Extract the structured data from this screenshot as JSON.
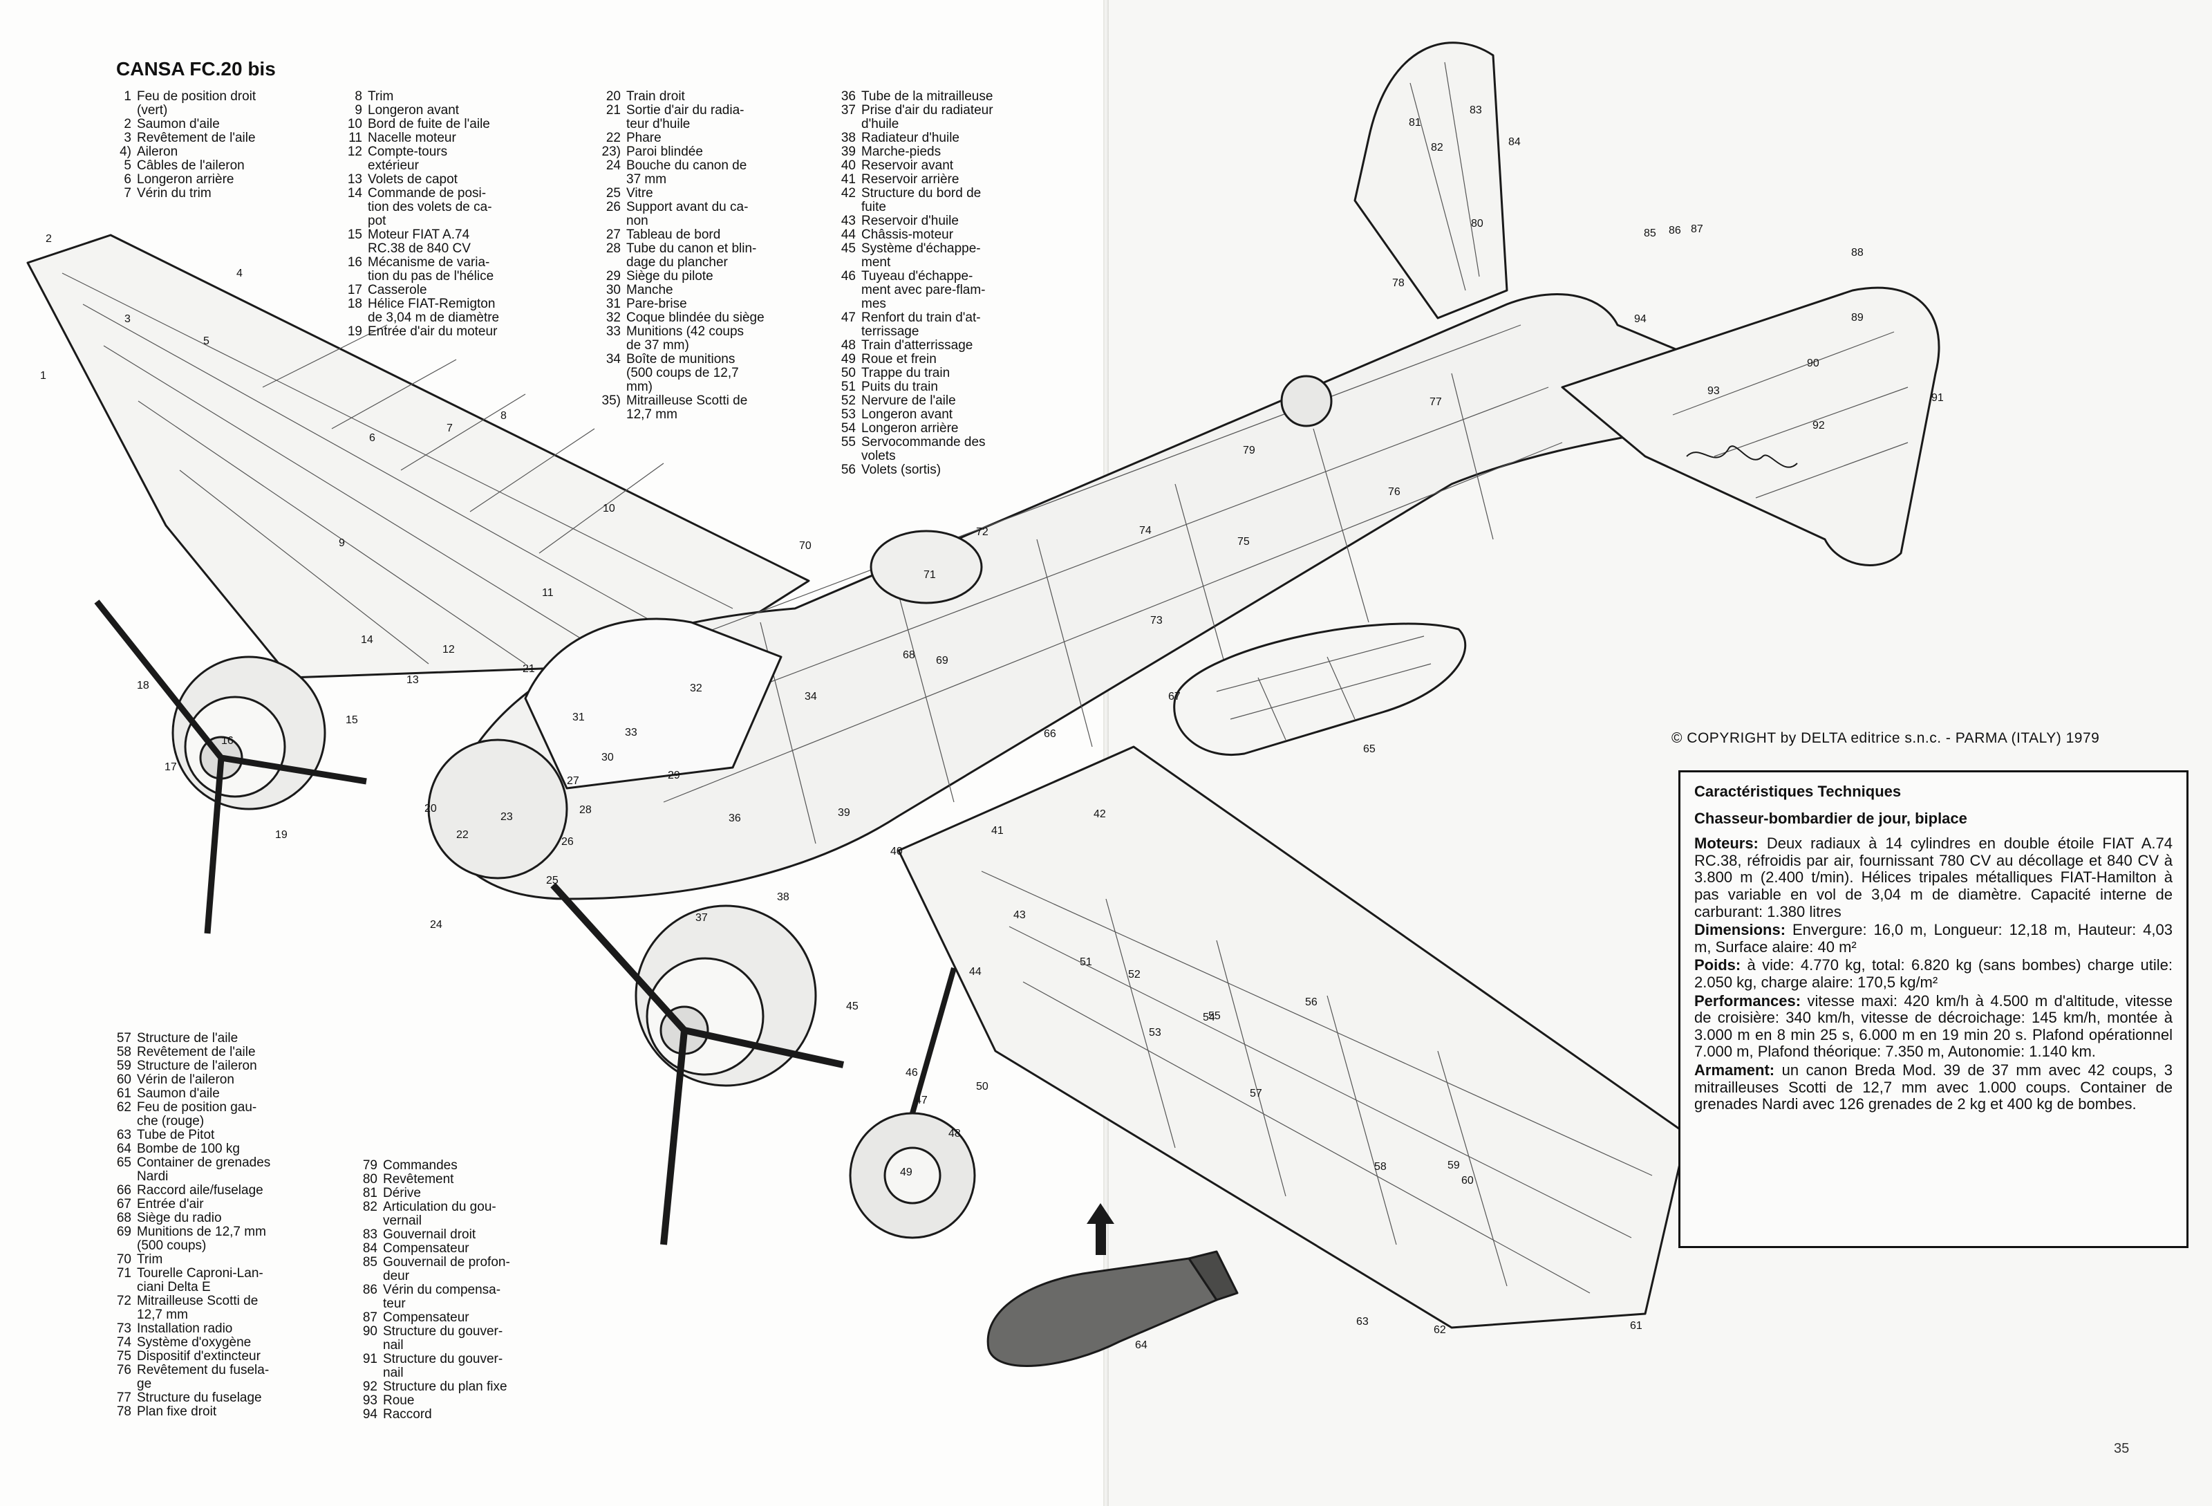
{
  "title": "CANSA FC.20 bis",
  "legend_col1": [
    {
      "n": "1",
      "t": "Feu de position droit"
    },
    {
      "n": "",
      "t": "(vert)"
    },
    {
      "n": "2",
      "t": "Saumon d'aile"
    },
    {
      "n": "3",
      "t": "Revêtement de l'aile"
    },
    {
      "n": "4)",
      "t": "Aileron"
    },
    {
      "n": "5",
      "t": "Câbles de l'aileron"
    },
    {
      "n": "6",
      "t": "Longeron arrière"
    },
    {
      "n": "7",
      "t": "Vérin du trim"
    }
  ],
  "legend_col2": [
    {
      "n": "8",
      "t": "Trim"
    },
    {
      "n": "9",
      "t": "Longeron avant"
    },
    {
      "n": "10",
      "t": "Bord de fuite de l'aile"
    },
    {
      "n": "11",
      "t": "Nacelle moteur"
    },
    {
      "n": "12",
      "t": "Compte-tours"
    },
    {
      "n": "",
      "t": "extérieur"
    },
    {
      "n": "13",
      "t": "Volets de capot"
    },
    {
      "n": "14",
      "t": "Commande de posi-"
    },
    {
      "n": "",
      "t": "tion des volets de ca-"
    },
    {
      "n": "",
      "t": "pot"
    },
    {
      "n": "15",
      "t": "Moteur FIAT A.74"
    },
    {
      "n": "",
      "t": "RC.38 de 840 CV"
    },
    {
      "n": "16",
      "t": "Mécanisme de varia-"
    },
    {
      "n": "",
      "t": "tion du pas de l'hélice"
    },
    {
      "n": "17",
      "t": "Casserole"
    },
    {
      "n": "18",
      "t": "Hélice FIAT-Remigton"
    },
    {
      "n": "",
      "t": "de 3,04 m de diamètre"
    },
    {
      "n": "19",
      "t": "Entrée d'air du moteur"
    }
  ],
  "legend_col3": [
    {
      "n": "20",
      "t": "Train droit"
    },
    {
      "n": "21",
      "t": "Sortie d'air du radia-"
    },
    {
      "n": "",
      "t": "teur d'huile"
    },
    {
      "n": "22",
      "t": "Phare"
    },
    {
      "n": "23)",
      "t": "Paroi blindée"
    },
    {
      "n": "24",
      "t": "Bouche du canon de"
    },
    {
      "n": "",
      "t": "37 mm"
    },
    {
      "n": "25",
      "t": "Vitre"
    },
    {
      "n": "26",
      "t": "Support avant du ca-"
    },
    {
      "n": "",
      "t": "non"
    },
    {
      "n": "27",
      "t": "Tableau de bord"
    },
    {
      "n": "28",
      "t": "Tube du canon et blin-"
    },
    {
      "n": "",
      "t": "dage du plancher"
    },
    {
      "n": "29",
      "t": "Siège du pilote"
    },
    {
      "n": "30",
      "t": "Manche"
    },
    {
      "n": "31",
      "t": "Pare-brise"
    },
    {
      "n": "32",
      "t": "Coque blindée du siège"
    },
    {
      "n": "33",
      "t": "Munitions (42 coups"
    },
    {
      "n": "",
      "t": "de 37 mm)"
    },
    {
      "n": "34",
      "t": "Boîte de munitions"
    },
    {
      "n": "",
      "t": "(500 coups de 12,7"
    },
    {
      "n": "",
      "t": "mm)"
    },
    {
      "n": "35)",
      "t": "Mitrailleuse Scotti de"
    },
    {
      "n": "",
      "t": "12,7 mm"
    }
  ],
  "legend_col4": [
    {
      "n": "36",
      "t": "Tube de la mitrailleuse"
    },
    {
      "n": "37",
      "t": "Prise d'air du radiateur"
    },
    {
      "n": "",
      "t": "d'huile"
    },
    {
      "n": "38",
      "t": "Radiateur d'huile"
    },
    {
      "n": "39",
      "t": "Marche-pieds"
    },
    {
      "n": "40",
      "t": "Reservoir avant"
    },
    {
      "n": "41",
      "t": "Reservoir arrière"
    },
    {
      "n": "42",
      "t": "Structure du bord de"
    },
    {
      "n": "",
      "t": "fuite"
    },
    {
      "n": "43",
      "t": "Reservoir d'huile"
    },
    {
      "n": "44",
      "t": "Châssis-moteur"
    },
    {
      "n": "45",
      "t": "Système d'échappe-"
    },
    {
      "n": "",
      "t": "ment"
    },
    {
      "n": "46",
      "t": "Tuyeau d'échappe-"
    },
    {
      "n": "",
      "t": "ment avec pare-flam-"
    },
    {
      "n": "",
      "t": "mes"
    },
    {
      "n": "47",
      "t": "Renfort du train d'at-"
    },
    {
      "n": "",
      "t": "terrissage"
    },
    {
      "n": "48",
      "t": "Train d'atterrissage"
    },
    {
      "n": "49",
      "t": "Roue et frein"
    },
    {
      "n": "50",
      "t": "Trappe du train"
    },
    {
      "n": "51",
      "t": "Puits du train"
    },
    {
      "n": "52",
      "t": "Nervure de l'aile"
    },
    {
      "n": "53",
      "t": "Longeron avant"
    },
    {
      "n": "54",
      "t": "Longeron arrière"
    },
    {
      "n": "55",
      "t": "Servocommande des"
    },
    {
      "n": "",
      "t": "volets"
    },
    {
      "n": "56",
      "t": "Volets (sortis)"
    }
  ],
  "legend_col5": [
    {
      "n": "57",
      "t": "Structure de l'aile"
    },
    {
      "n": "58",
      "t": "Revêtement de l'aile"
    },
    {
      "n": "59",
      "t": "Structure de l'aileron"
    },
    {
      "n": "60",
      "t": "Vérin de l'aileron"
    },
    {
      "n": "61",
      "t": "Saumon d'aile"
    },
    {
      "n": "62",
      "t": "Feu de position gau-"
    },
    {
      "n": "",
      "t": "che (rouge)"
    },
    {
      "n": "63",
      "t": "Tube de Pitot"
    },
    {
      "n": "64",
      "t": "Bombe de 100 kg"
    },
    {
      "n": "65",
      "t": "Container de grenades"
    },
    {
      "n": "",
      "t": "Nardi"
    },
    {
      "n": "66",
      "t": "Raccord aile/fuselage"
    },
    {
      "n": "67",
      "t": "Entrée d'air"
    },
    {
      "n": "68",
      "t": "Siège du radio"
    },
    {
      "n": "69",
      "t": "Munitions de 12,7 mm"
    },
    {
      "n": "",
      "t": "(500 coups)"
    },
    {
      "n": "70",
      "t": "Trim"
    },
    {
      "n": "71",
      "t": "Tourelle Caproni-Lan-"
    },
    {
      "n": "",
      "t": "ciani Delta E"
    },
    {
      "n": "72",
      "t": "Mitrailleuse Scotti de"
    },
    {
      "n": "",
      "t": "12,7 mm"
    },
    {
      "n": "73",
      "t": "Installation radio"
    },
    {
      "n": "74",
      "t": "Système d'oxygène"
    },
    {
      "n": "75",
      "t": "Dispositif d'extincteur"
    },
    {
      "n": "76",
      "t": "Revêtement du fusela-"
    },
    {
      "n": "",
      "t": "ge"
    },
    {
      "n": "77",
      "t": "Structure du fuselage"
    },
    {
      "n": "78",
      "t": "Plan fixe droit"
    }
  ],
  "legend_col6": [
    {
      "n": "79",
      "t": "Commandes"
    },
    {
      "n": "80",
      "t": "Revêtement"
    },
    {
      "n": "81",
      "t": "Dérive"
    },
    {
      "n": "82",
      "t": "Articulation du gou-"
    },
    {
      "n": "",
      "t": "vernail"
    },
    {
      "n": "83",
      "t": "Gouvernail droit"
    },
    {
      "n": "84",
      "t": "Compensateur"
    },
    {
      "n": "85",
      "t": "Gouvernail de profon-"
    },
    {
      "n": "",
      "t": "deur"
    },
    {
      "n": "86",
      "t": "Vérin du compensa-"
    },
    {
      "n": "",
      "t": "teur"
    },
    {
      "n": "87",
      "t": "Compensateur"
    },
    {
      "n": "90",
      "t": "Structure du gouver-"
    },
    {
      "n": "",
      "t": "nail"
    },
    {
      "n": "91",
      "t": "Structure du gouver-"
    },
    {
      "n": "",
      "t": "nail"
    },
    {
      "n": "92",
      "t": "Structure du plan fixe"
    },
    {
      "n": "93",
      "t": "Roue"
    },
    {
      "n": "94",
      "t": "Raccord"
    }
  ],
  "copyright": "© COPYRIGHT by DELTA editrice s.n.c. - PARMA (ITALY) 1979",
  "specs": {
    "heading": "Caractéristiques Techniques",
    "subheading": "Chasseur-bombardier de jour, biplace",
    "moteurs_label": "Moteurs:",
    "moteurs_text": " Deux radiaux à 14 cylindres en double étoile FIAT A.74 RC.38, réfroidis par air, fournissant 780 CV au décollage et 840 CV à 3.800 m (2.400 t/min). Hélices tripales métalliques FIAT-Hamilton à pas variable en vol de 3,04 m de diamètre. Capacité interne de carburant: 1.380 litres",
    "dimensions_label": "Dimensions:",
    "dimensions_text": " Envergure: 16,0 m, Longueur: 12,18 m, Hauteur: 4,03 m, Surface alaire: 40 m²",
    "poids_label": "Poids:",
    "poids_text": " à vide: 4.770 kg, total: 6.820 kg (sans bombes) charge utile: 2.050 kg, charge alaire: 170,5 kg/m²",
    "perf_label": "Performances:",
    "perf_text": " vitesse maxi: 420 km/h à 4.500 m d'altitude, vitesse de croisière: 340 km/h, vitesse de décroichage: 145 km/h, montée à 3.000 m en 8 min 25 s, 6.000 m en 19 min 20 s. Plafond opérationnel 7.000 m, Plafond théorique: 7.350 m, Autonomie: 1.140 km.",
    "armement_label": "Armament:",
    "armement_text": " un canon Breda Mod. 39 de 37 mm avec 42 coups, 3 mitrailleuses Scotti de 12,7 mm avec 1.000 coups. Container de grenades Nardi avec 126 grenades de 2 kg et 400 kg de bombes."
  },
  "page_mark": "35",
  "callouts": [
    "1",
    "2",
    "3",
    "4",
    "5",
    "6",
    "7",
    "8",
    "9",
    "10",
    "11",
    "12",
    "13",
    "14",
    "15",
    "16",
    "17",
    "18",
    "19",
    "20",
    "21",
    "22",
    "23",
    "24",
    "25",
    "26",
    "27",
    "28",
    "29",
    "30",
    "31",
    "32",
    "33",
    "34",
    "36",
    "37",
    "38",
    "39",
    "40",
    "41",
    "42",
    "43",
    "44",
    "45",
    "46",
    "47",
    "48",
    "49",
    "50",
    "51",
    "52",
    "53",
    "54",
    "55",
    "56",
    "57",
    "58",
    "59",
    "60",
    "61",
    "62",
    "63",
    "64",
    "65",
    "66",
    "67",
    "68",
    "69",
    "70",
    "71",
    "72",
    "73",
    "74",
    "75",
    "76",
    "77",
    "78",
    "79",
    "80",
    "81",
    "82",
    "83",
    "84",
    "85",
    "86",
    "87",
    "88",
    "89",
    "90",
    "91",
    "92",
    "93",
    "94"
  ]
}
